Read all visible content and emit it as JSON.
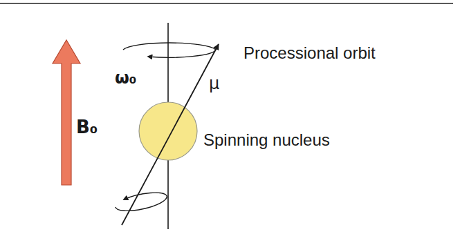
{
  "diagram": {
    "labels": [
      "Processional orbit",
      "ω₀",
      "μ",
      "B₀",
      "Spinning nucleus"
    ]
  }
}
